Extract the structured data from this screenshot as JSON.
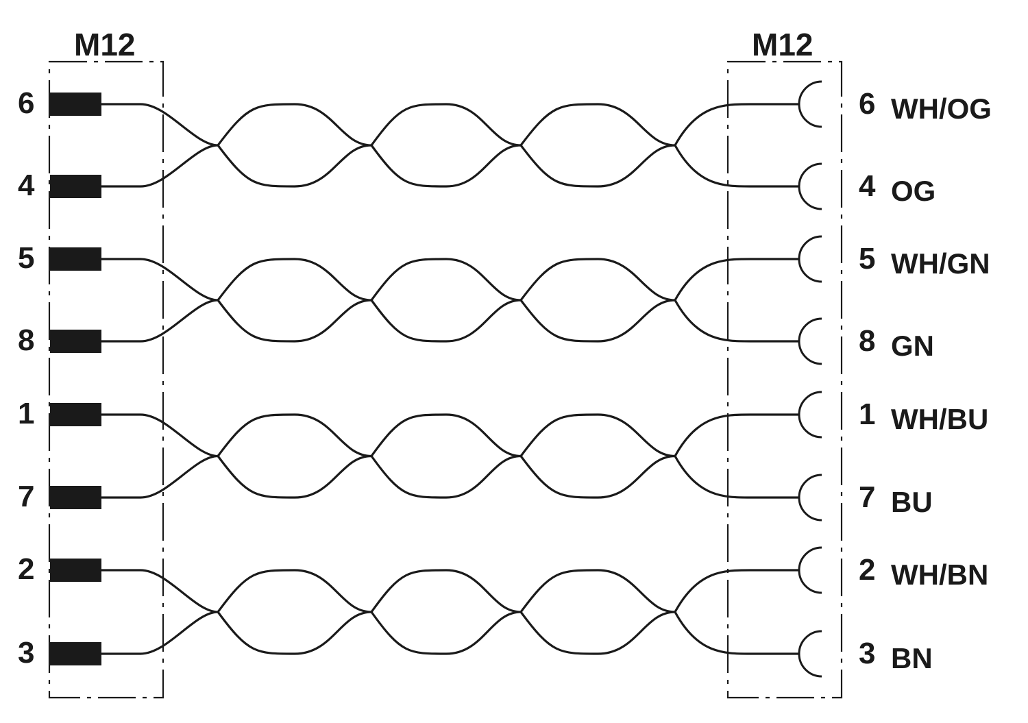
{
  "connectors": {
    "left": {
      "label": "M12"
    },
    "right": {
      "label": "M12"
    }
  },
  "pairs": [
    {
      "wires": [
        {
          "left_pin": "6",
          "right_pin": "6",
          "color_code": "WH/OG"
        },
        {
          "left_pin": "4",
          "right_pin": "4",
          "color_code": "OG"
        }
      ]
    },
    {
      "wires": [
        {
          "left_pin": "5",
          "right_pin": "5",
          "color_code": "WH/GN"
        },
        {
          "left_pin": "8",
          "right_pin": "8",
          "color_code": "GN"
        }
      ]
    },
    {
      "wires": [
        {
          "left_pin": "1",
          "right_pin": "1",
          "color_code": "WH/BU"
        },
        {
          "left_pin": "7",
          "right_pin": "7",
          "color_code": "BU"
        }
      ]
    },
    {
      "wires": [
        {
          "left_pin": "2",
          "right_pin": "2",
          "color_code": "WH/BN"
        },
        {
          "left_pin": "3",
          "right_pin": "3",
          "color_code": "BN"
        }
      ]
    }
  ],
  "colors": {
    "ink": "#1a1a1a"
  }
}
